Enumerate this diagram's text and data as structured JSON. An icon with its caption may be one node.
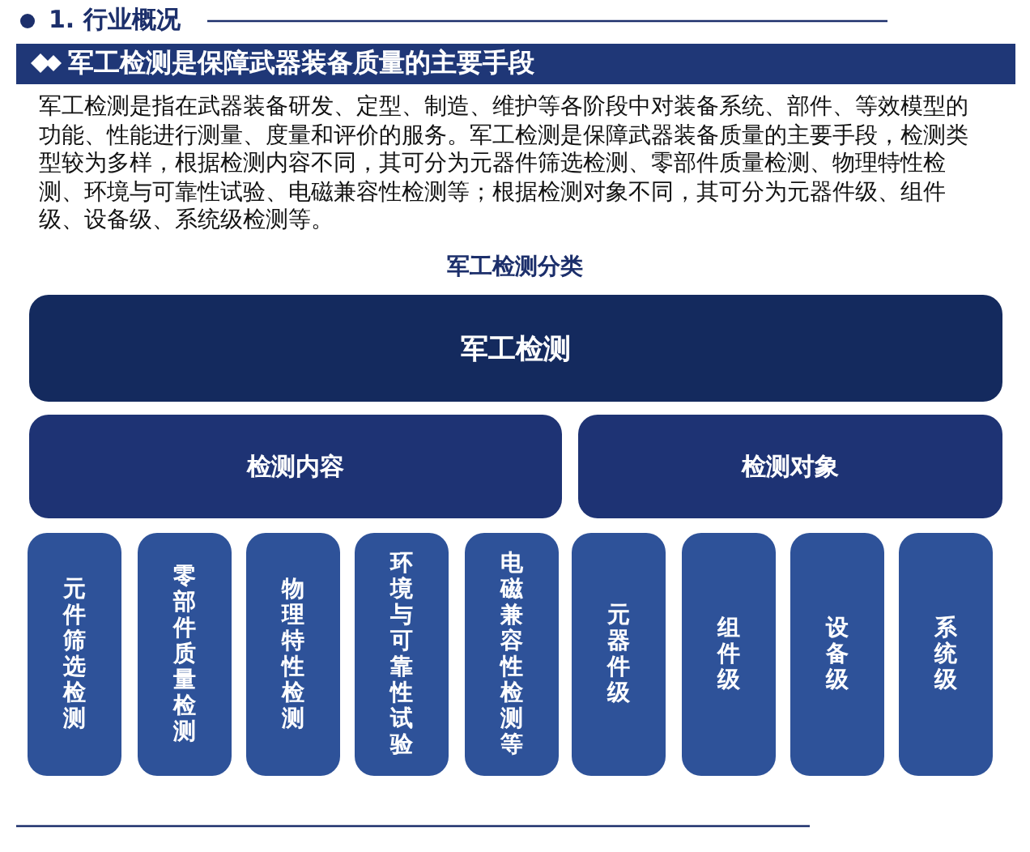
{
  "diagram": {
    "title": "军工检测分类",
    "nodes": [
      {
        "text": [
          "军工检测"
        ]
      },
      {
        "text": [
          "检测内容"
        ]
      },
      {
        "text": [
          "检测对象"
        ]
      },
      {
        "text": [
          "元件筛选检测"
        ]
      },
      {
        "text": [
          "零部件质量检测"
        ]
      },
      {
        "text": [
          "物理特性检测"
        ]
      },
      {
        "text": [
          "环境与可靠性试验"
        ]
      },
      {
        "text": [
          "电磁兼容性检测等"
        ]
      },
      {
        "text": [
          "元器件级"
        ]
      },
      {
        "text": [
          "组件级"
        ]
      },
      {
        "text": [
          "设备级"
        ]
      },
      {
        "text": [
          "系统级"
        ]
      }
    ],
    "labels": [
      "1. 行业概况",
      "军工检测是保障武器装备质量的主要手段",
      "军工检测是指在武器装备研发、定型、制造、维护等各阶段中对装备系统、部件、等效模型的功能、性能进行测量、度量和评价的服务。军工检测是保障武器装备质量的主要手段，检测类型较为多样，根据检测内容不同，其可分为元器件筛选检测、零部件质量检测、物理特性检测、环境与可靠性试验、电磁兼容性检测等；根据检测对象不同，其可分为元器件级、组件级、设备级、系统级检测等。"
    ]
  }
}
